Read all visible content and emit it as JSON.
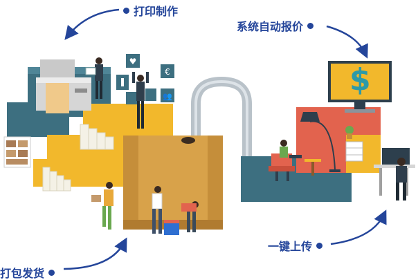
{
  "steps": {
    "print": {
      "label": "打印制作"
    },
    "quote": {
      "label": "系统自动报价"
    },
    "upload": {
      "label": "一键上传"
    },
    "pack": {
      "label": "打包发货"
    }
  },
  "monitor": {
    "symbol": "$"
  },
  "icons": [
    "heart-icon",
    "euro-icon",
    "thermometer-icon",
    "people-icon",
    "cup-icon",
    "user-icon"
  ],
  "colors": {
    "label": "#24459a",
    "teal": "#3d6f80",
    "yellow": "#f2b82c",
    "red": "#e2634e",
    "lock": "#d8a24a",
    "shackle": "#b9c2c9"
  }
}
